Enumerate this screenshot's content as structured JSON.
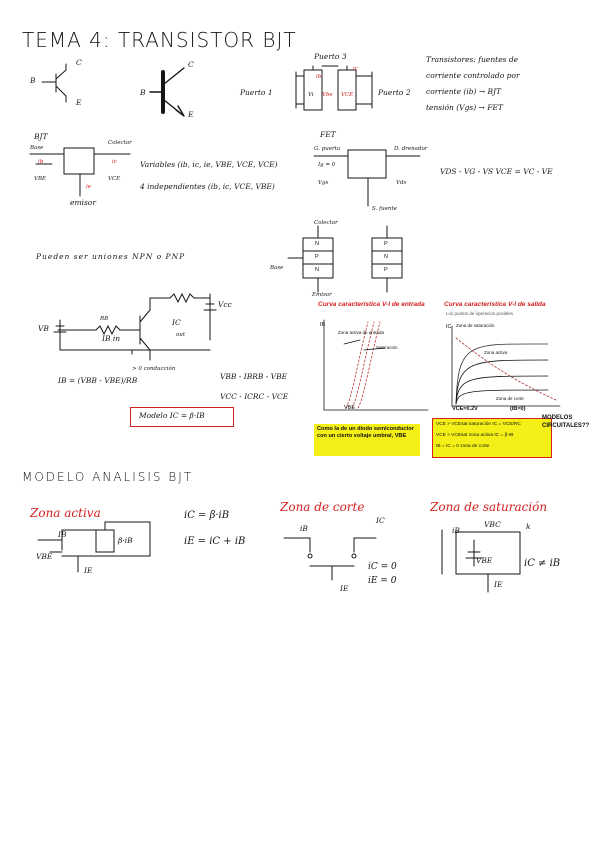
{
  "title": "TEMA 4: TRANSISTOR BJT",
  "top": {
    "transistor_pins": {
      "b": "B",
      "c": "C",
      "e": "E"
    },
    "puerto_tres": "Puerto 3",
    "puerto_uno": "Puerto 1",
    "puerto_dos": "Puerto 2",
    "port_vars": [
      "ic",
      "VCE",
      "Vi",
      "Vbe",
      "ib"
    ],
    "note_line1": "Transistores: fuentes de",
    "note_line2": "corriente controlado por",
    "note_line3": "corriente (ib) → BJT",
    "note_line4": "tensión (Vgs) → FET"
  },
  "bjt_block": {
    "label": "BJT",
    "base": "Base",
    "colector": "Colector",
    "ib": "ib",
    "ic": "ic",
    "vbe": "VBE",
    "vce": "VCE",
    "ie": "ie",
    "emisor": "emisor",
    "vars_line1": "Variables (ib, ic, ie, VBE, VCE, VCE)",
    "vars_line2": "4 independientes (ib, ic, VCE, VBE)"
  },
  "fet_block": {
    "label": "FET",
    "gate": "G. puerta",
    "drain": "D. drenador",
    "ig": "Ig = 0",
    "vgs": "Vgs",
    "vds": "Vds",
    "source": "S. fuente",
    "eq": "VDS - VG - VS    VCE = VC - VE"
  },
  "npn": {
    "colector": "Colector",
    "layers": [
      "N",
      "P",
      "N"
    ],
    "layers_pnp": [
      "P",
      "N",
      "P"
    ],
    "base": "Base",
    "emisor": "Emisor"
  },
  "pueden": "Pueden ser   uniones   NPN   o   PNP",
  "circuit": {
    "vcc": "Vcc",
    "vb": "VB",
    "rb": "RB",
    "ic": "IC",
    "ib": "IB  in",
    "ic_out": "out"
  },
  "equations": {
    "ib_formula": "IB = (VBB - VBE)/RB",
    "cond": "> 0 conducción",
    "eq1": "VBB - IBRB - VBE",
    "eq2": "VCC - ICRC - VCE",
    "modelo": "Modelo   IC = β·IB"
  },
  "charts": {
    "entrada_title": "Curva característica V-I de entrada",
    "salida_title": "Curva característica V-I de salida",
    "entrada_ib": "IB",
    "entrada_vbe": "VBE",
    "entrada_note1": "Zona activa de entrada",
    "entrada_note2": "Saturación",
    "salida_ic": "IC",
    "salida_lines": [
      "Zona de saturación",
      "Zona activa",
      "Zona de corte"
    ],
    "salida_vce": "VCE=0.2V",
    "salida_ib0": "(IB=0)",
    "salida_note": "Los puntos de operación posibles"
  },
  "yellow_left": "Como la de un diodo semiconductor con un cierto voltaje umbral, VBE",
  "yellow_right": [
    "VCE > VCEsat     saturación   IC = VCE/RC",
    "VCE ≈ VCEsat     zona activa   IC = β·IB",
    "IB = IC = 0        zona de corte"
  ],
  "modelos": "MODELOS CIRCUITALES??",
  "analysis": {
    "heading": "MODELO ANALISIS BJT",
    "activa": "Zona activa",
    "activa_eq1": "iC = β·iB",
    "activa_eq2": "iE = iC + iB",
    "activa_ib": "IB",
    "activa_beta": "β·iB",
    "activa_vbe": "VBE",
    "activa_ie": "IE",
    "corte": "Zona de corte",
    "corte_ib": "iB",
    "corte_ic": "IC",
    "corte_eq1": "iC = 0",
    "corte_eq2": "iE = 0",
    "corte_ie": "IE",
    "saturacion": "Zona de saturación",
    "sat_vbc": "VBC",
    "sat_k": "k",
    "sat_ib": "iB",
    "sat_vbe": "VBE",
    "sat_ie": "IE",
    "sat_eq": "iC ≠ iB"
  },
  "colors": {
    "red": "#d21f1f",
    "yellow": "#f3ef17",
    "ink": "#151515"
  }
}
